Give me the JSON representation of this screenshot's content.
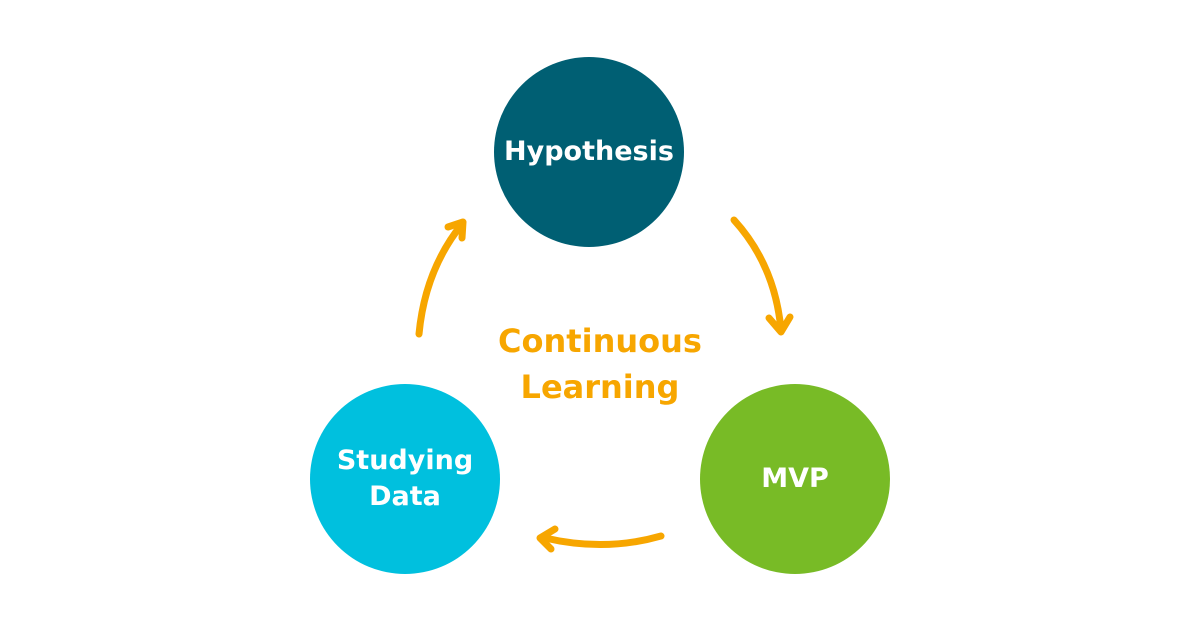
{
  "diagram": {
    "center_label": "Continuous\nLearning",
    "nodes": [
      {
        "id": "hypothesis",
        "label": "Hypothesis",
        "color": "#005f73"
      },
      {
        "id": "mvp",
        "label": "MVP",
        "color": "#78bb26"
      },
      {
        "id": "studying-data",
        "label": "Studying\nData",
        "color": "#00c0de"
      }
    ],
    "accent_color": "#f7a600",
    "flow": [
      "hypothesis",
      "mvp",
      "studying-data",
      "hypothesis"
    ]
  }
}
